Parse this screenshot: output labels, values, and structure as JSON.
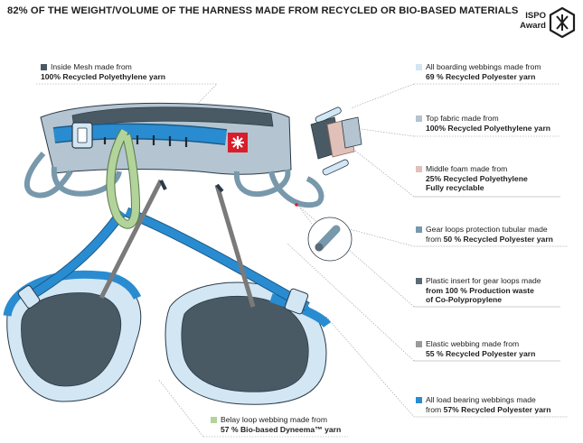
{
  "title": "82% OF THE WEIGHT/VOLUME OF THE HARNESS MADE FROM RECYCLED OR BIO-BASED MATERIALS",
  "award": {
    "line1": "ISPO",
    "line2": "Award",
    "icon": "ispo-award-logo-icon"
  },
  "colors": {
    "swatch_mesh": "#4a5a64",
    "swatch_boarding": "#d2e6f4",
    "swatch_top": "#b4c4d0",
    "swatch_foam": "#e0c0b8",
    "swatch_tubular": "#7898ac",
    "swatch_plastic": "#5a6a76",
    "swatch_elastic": "#9a9a9a",
    "swatch_load": "#2a8cd0",
    "swatch_belay": "#b2d49a"
  },
  "labels": {
    "mesh": {
      "line1": "Inside Mesh made from",
      "line2_bold": "100%  Recycled Polyethylene yarn"
    },
    "boarding": {
      "line1": "All boarding webbings made from",
      "line2_bold": "69 % Recycled Polyester yarn"
    },
    "top": {
      "line1": "Top fabric made from",
      "line2_bold": "100%  Recycled Polyethylene yarn"
    },
    "foam": {
      "line1": "Middle foam made from",
      "line2_bold": "25% Recycled Polyethylene",
      "line3_bold": "Fully recyclable"
    },
    "tubular": {
      "line1": "Gear loops protection tubular made",
      "line2_plain": "from ",
      "line2_bold": "50 % Recycled Polyester yarn"
    },
    "plastic": {
      "line1": "Plastic insert for gear loops made",
      "line2_bold": "from 100 % Production waste",
      "line3_bold": "of Co-Polypropylene"
    },
    "elastic": {
      "line1": "Elastic webbing made from",
      "line2_bold": "55 % Recycled Polyester yarn"
    },
    "load": {
      "line1": "All load bearing webbings made",
      "line2_plain": "from ",
      "line2_bold": "57% Recycled Polyester yarn"
    },
    "belay": {
      "line1": "Belay loop webbing made from",
      "line2_bold": "57 % Bio-based Dyneema™ yarn"
    }
  }
}
